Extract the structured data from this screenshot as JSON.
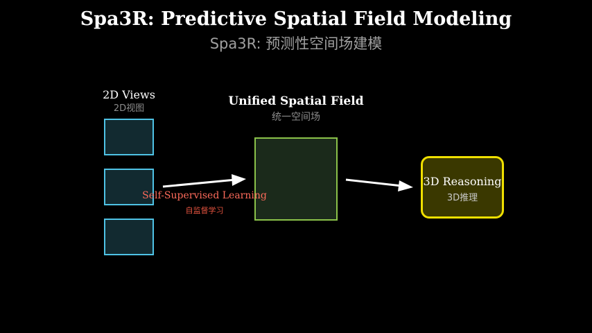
{
  "header": {
    "title": "Spa3R: Predictive Spatial Field Modeling",
    "subtitle": "Spa3R: 预测性空间场建模"
  },
  "views": {
    "label_en": "2D Views",
    "label_zh": "2D视图",
    "box_count": 3,
    "border_color": "#4fc3e6",
    "fill_color": "#122a30"
  },
  "field": {
    "label_en": "Unified Spatial Field",
    "label_zh": "统一空间场",
    "border_color": "#8bc34a",
    "fill_color": "#1b2a1b"
  },
  "reasoning": {
    "label_en": "3D Reasoning",
    "label_zh": "3D推理",
    "border_color": "#f0e000",
    "fill_color": "#3a3800"
  },
  "learning": {
    "label_en": "Self-Supervised Learning",
    "label_zh": "自监督学习",
    "color": "#ff6b5b"
  },
  "arrow_color": "#ffffff"
}
